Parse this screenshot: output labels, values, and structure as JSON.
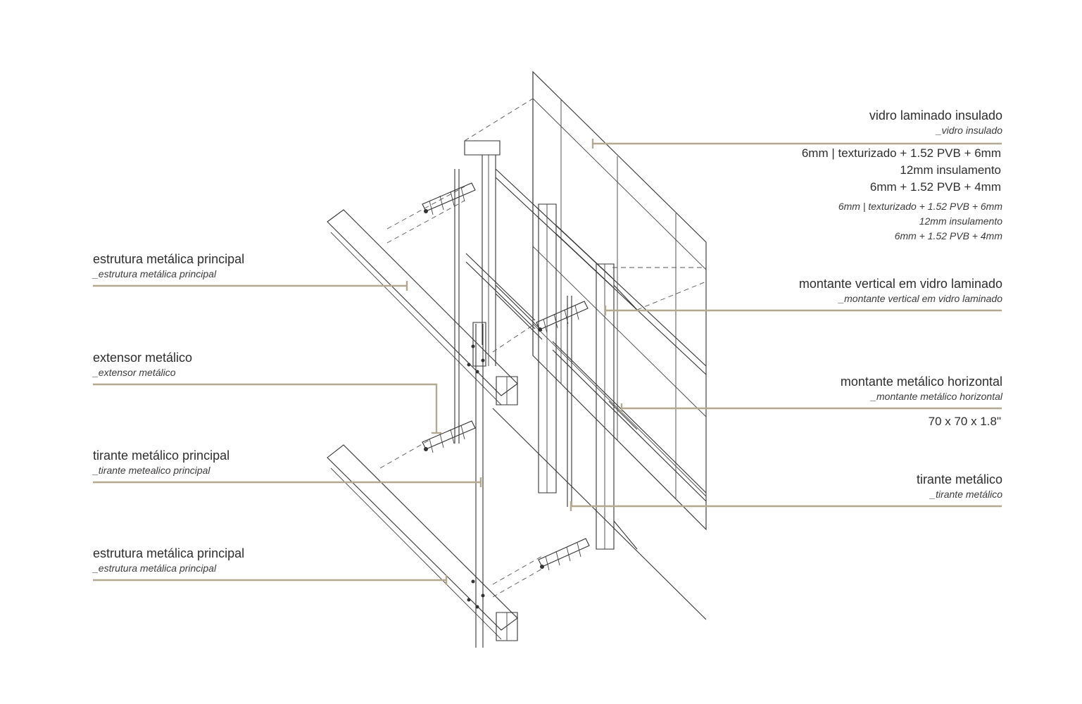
{
  "left_labels": [
    {
      "title": "estrutura metálica principal",
      "subtitle": "_estrutura metálica principal"
    },
    {
      "title": "extensor metálico",
      "subtitle": "_extensor metálico"
    },
    {
      "title": "tirante metálico principal",
      "subtitle": "_tirante metealico principal"
    },
    {
      "title": "estrutura metálica principal",
      "subtitle": "_estrutura metálica principal"
    }
  ],
  "right_labels": [
    {
      "title": "vidro laminado insulado",
      "subtitle": "_vidro insulado"
    },
    {
      "title": "montante vertical em vidro laminado",
      "subtitle": "_montante vertical em vidro laminado"
    },
    {
      "title": "montante metálico horizontal",
      "subtitle": "_montante metálico horizontal"
    },
    {
      "title": "tirante metálico",
      "subtitle": "_tirante metálico"
    }
  ],
  "glass_spec": {
    "lines": [
      "6mm | texturizado + 1.52 PVB + 6mm",
      "12mm insulamento",
      "6mm + 1.52 PVB + 4mm"
    ],
    "italic_lines": [
      "6mm | texturizado + 1.52 PVB + 6mm",
      "12mm insulamento",
      "6mm + 1.52 PVB + 4mm"
    ]
  },
  "horizontal_spec": "70 x 70 x 1.8\"",
  "colors": {
    "leader": "#b5a890",
    "linework": "#333333",
    "text": "#2e2e2e"
  }
}
